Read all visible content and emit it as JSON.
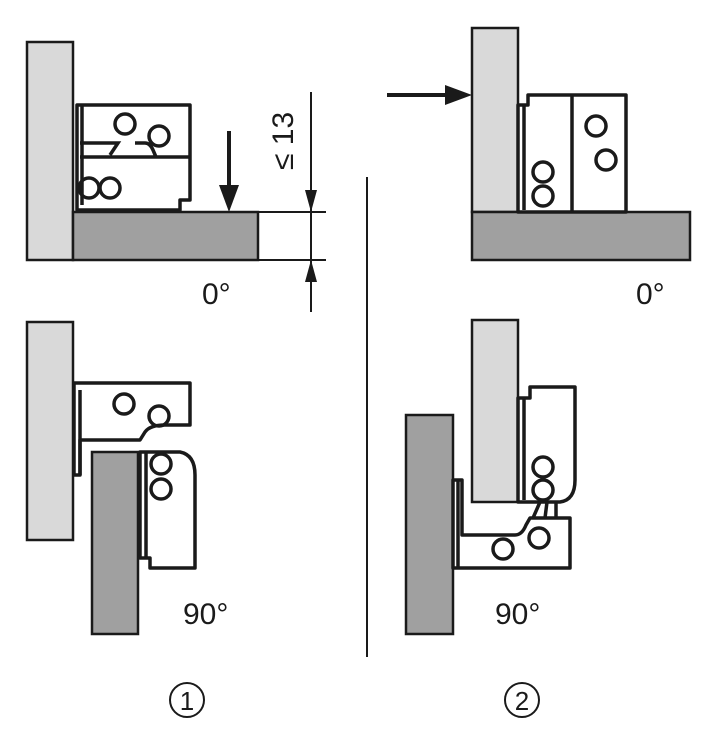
{
  "panels": [
    {
      "number": "1",
      "states": [
        {
          "angle": "0°"
        },
        {
          "angle": "90°"
        }
      ],
      "dimension": "≤ 13"
    },
    {
      "number": "2",
      "states": [
        {
          "angle": "0°"
        },
        {
          "angle": "90°"
        }
      ]
    }
  ],
  "colors": {
    "door": "#d9d9d9",
    "carcass": "#a0a0a0",
    "line": "#1a1a1a"
  }
}
